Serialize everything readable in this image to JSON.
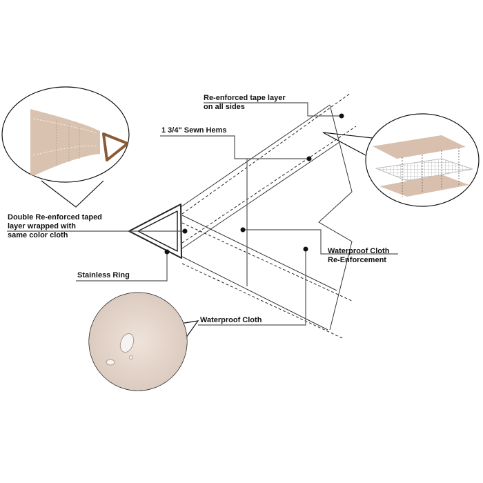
{
  "labels": {
    "tape_layer": [
      "Re-enforced tape layer",
      "on all sides"
    ],
    "sewn_hems": "1 3/4\" Sewn Hems",
    "double_reinforced": [
      "Double Re-enforced taped",
      "layer wrapped with",
      "same color cloth"
    ],
    "stainless_ring": "Stainless Ring",
    "waterproof_reinforcement": [
      "Waterproof Cloth",
      "Re-Enforcement"
    ],
    "waterproof_cloth": "Waterproof Cloth"
  },
  "colors": {
    "fabric": "#d9c3b0",
    "ring": "#8a5a35",
    "line": "#333333"
  }
}
